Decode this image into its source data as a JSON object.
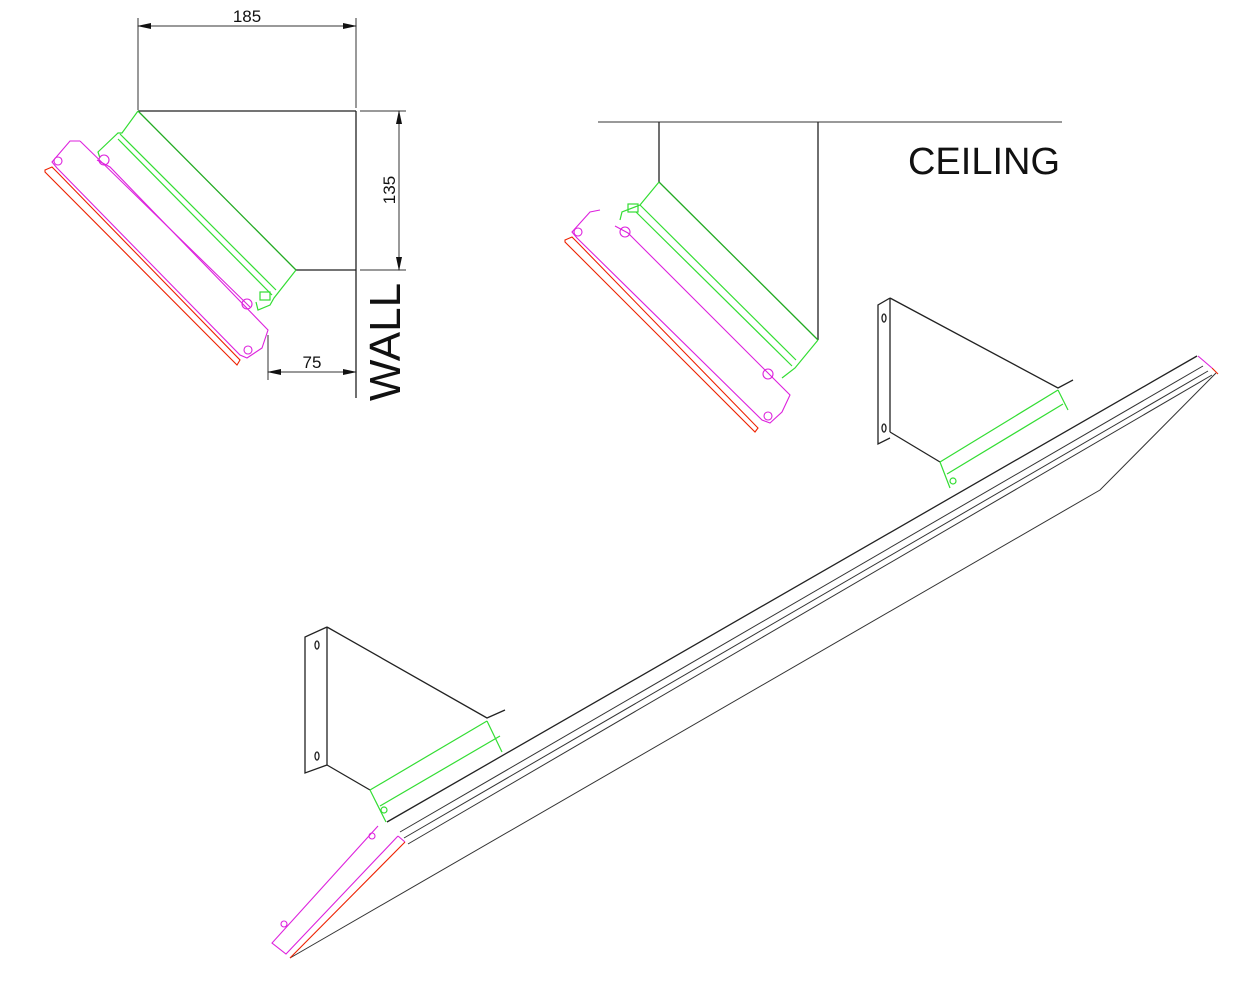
{
  "title": "Panel mounting bracket installation drawing",
  "dimensions": {
    "width": "185",
    "height": "135",
    "offset": "75"
  },
  "labels": {
    "wall": "WALL",
    "ceiling": "CEILING"
  },
  "colors": {
    "bracket": "#33dd33",
    "frame": "#dd22dd",
    "panel": "#ee2200",
    "lines": "#222222"
  }
}
